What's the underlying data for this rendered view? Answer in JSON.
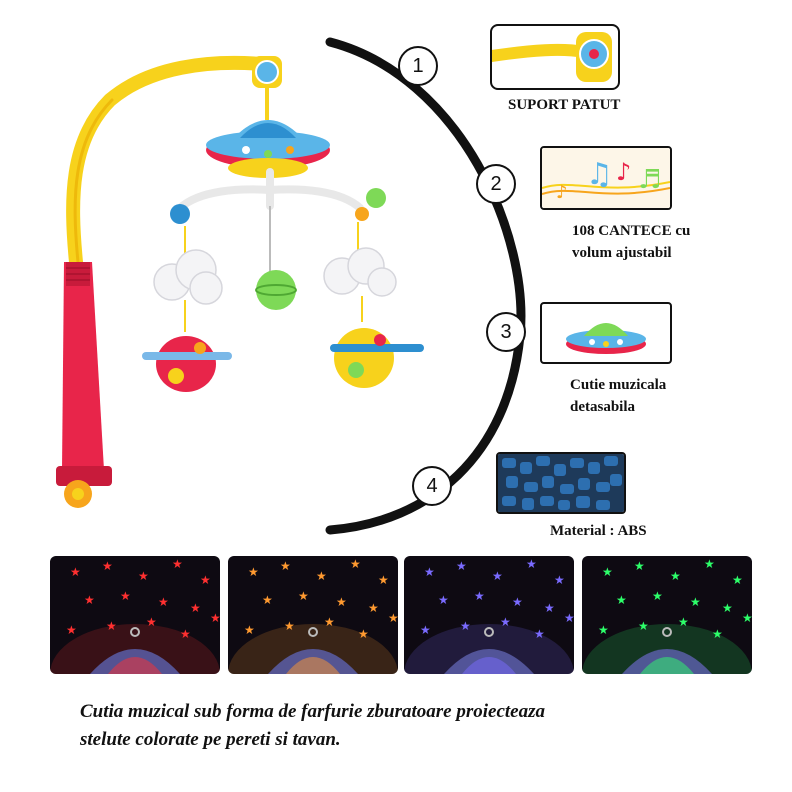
{
  "features": [
    {
      "number": "1",
      "label": "SUPORT PATUT"
    },
    {
      "number": "2",
      "label_line1": "108 CANTECE cu",
      "label_line2": "volum ajustabil"
    },
    {
      "number": "3",
      "label_line1": "Cutie muzicala",
      "label_line2": "detasabila"
    },
    {
      "number": "4",
      "label": "Material : ABS"
    }
  ],
  "projection_panels": [
    {
      "color": "#ff3030",
      "name": "red"
    },
    {
      "color": "#ff9a30",
      "name": "orange"
    },
    {
      "color": "#7a6bff",
      "name": "purple"
    },
    {
      "color": "#2dff6a",
      "name": "green"
    }
  ],
  "description": {
    "line1": "Cutia muzical sub forma de farfurie zburatoare proiecteaza",
    "line2": "stelute colorate pe pereti si tavan."
  },
  "colors": {
    "arm_yellow": "#f7d21c",
    "clamp_red": "#e8254a",
    "ufo_red": "#e8254a",
    "ufo_blue": "#5ab5e8"
  }
}
